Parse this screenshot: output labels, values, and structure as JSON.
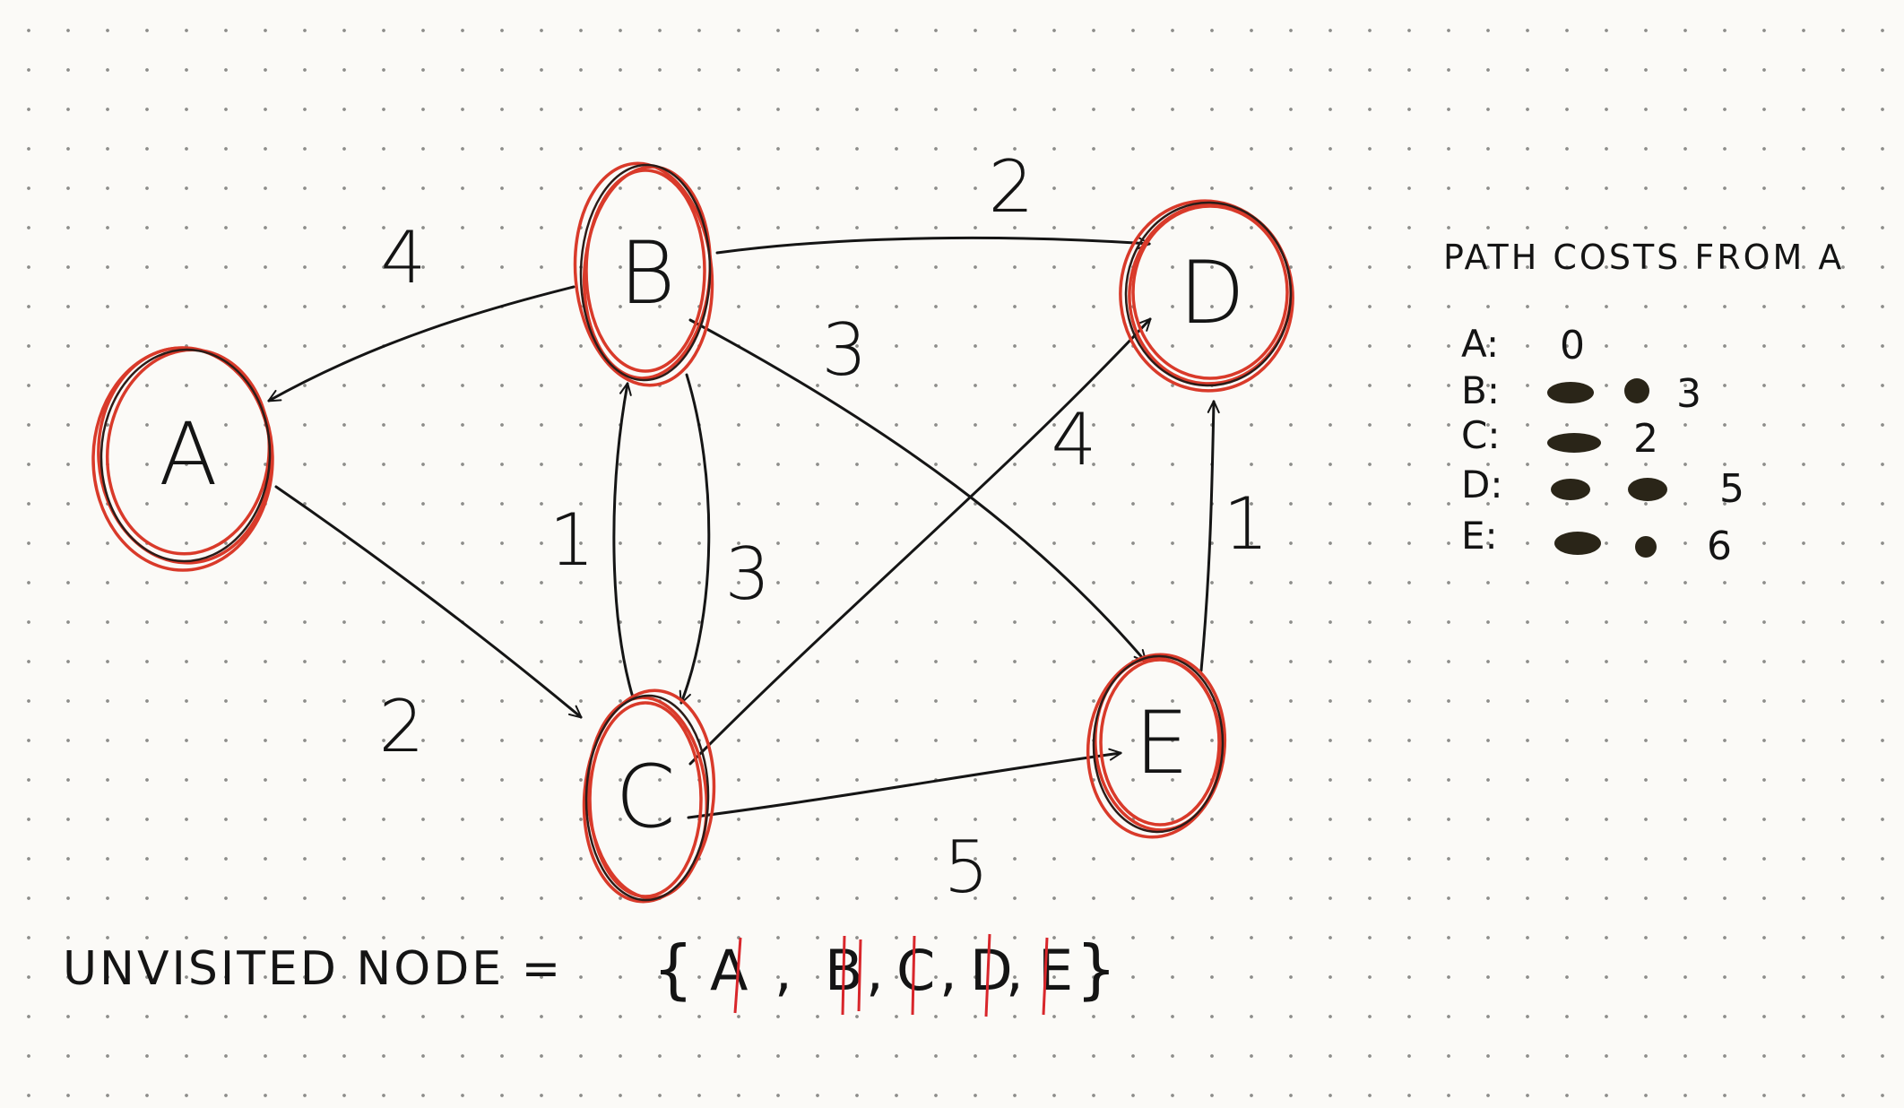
{
  "nodes": [
    {
      "id": "A",
      "label": "A"
    },
    {
      "id": "B",
      "label": "B"
    },
    {
      "id": "C",
      "label": "C"
    },
    {
      "id": "D",
      "label": "D"
    },
    {
      "id": "E",
      "label": "E"
    }
  ],
  "edges": [
    {
      "from": "B",
      "to": "A",
      "weight": "4"
    },
    {
      "from": "A",
      "to": "C",
      "weight": "2"
    },
    {
      "from": "B",
      "to": "D",
      "weight": "2"
    },
    {
      "from": "B",
      "to": "E",
      "weight": "3"
    },
    {
      "from": "C",
      "to": "B",
      "weight": "1"
    },
    {
      "from": "B",
      "to": "C",
      "weight": "3"
    },
    {
      "from": "C",
      "to": "D",
      "weight": "4"
    },
    {
      "from": "C",
      "to": "E",
      "weight": "5"
    },
    {
      "from": "E",
      "to": "D",
      "weight": "1"
    }
  ],
  "costs_panel": {
    "title": "PATH COSTS FROM A",
    "rows": [
      {
        "node": "A:",
        "value": "0"
      },
      {
        "node": "B:",
        "value": "3"
      },
      {
        "node": "C:",
        "value": "2"
      },
      {
        "node": "D:",
        "value": "5"
      },
      {
        "node": "E:",
        "value": "6"
      }
    ]
  },
  "unvisited": {
    "label": "UNVISITED NODE =",
    "set_open": "{",
    "items": [
      "A",
      "B",
      "C",
      "D",
      "E"
    ],
    "set_close": "}"
  },
  "colors": {
    "ink": "#141414",
    "node_ring": "#d93a2a",
    "strike": "#d8262b"
  }
}
